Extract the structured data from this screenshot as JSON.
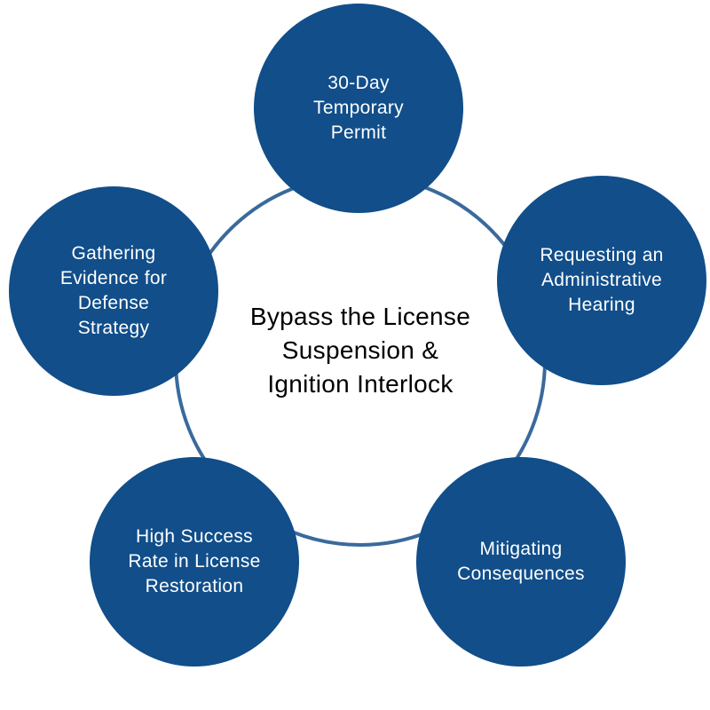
{
  "center_title": "Bypass the License\nSuspension &\nIgnition Interlock",
  "nodes": [
    {
      "label": "30-Day\nTemporary\nPermit"
    },
    {
      "label": "Requesting an\nAdministrative\nHearing"
    },
    {
      "label": "Mitigating\nConsequences"
    },
    {
      "label": "High Success\nRate in License\nRestoration"
    },
    {
      "label": "Gathering\nEvidence for\nDefense\nStrategy"
    }
  ],
  "colors": {
    "node_fill": "#114E8A",
    "ring": "#3A6A9C"
  }
}
